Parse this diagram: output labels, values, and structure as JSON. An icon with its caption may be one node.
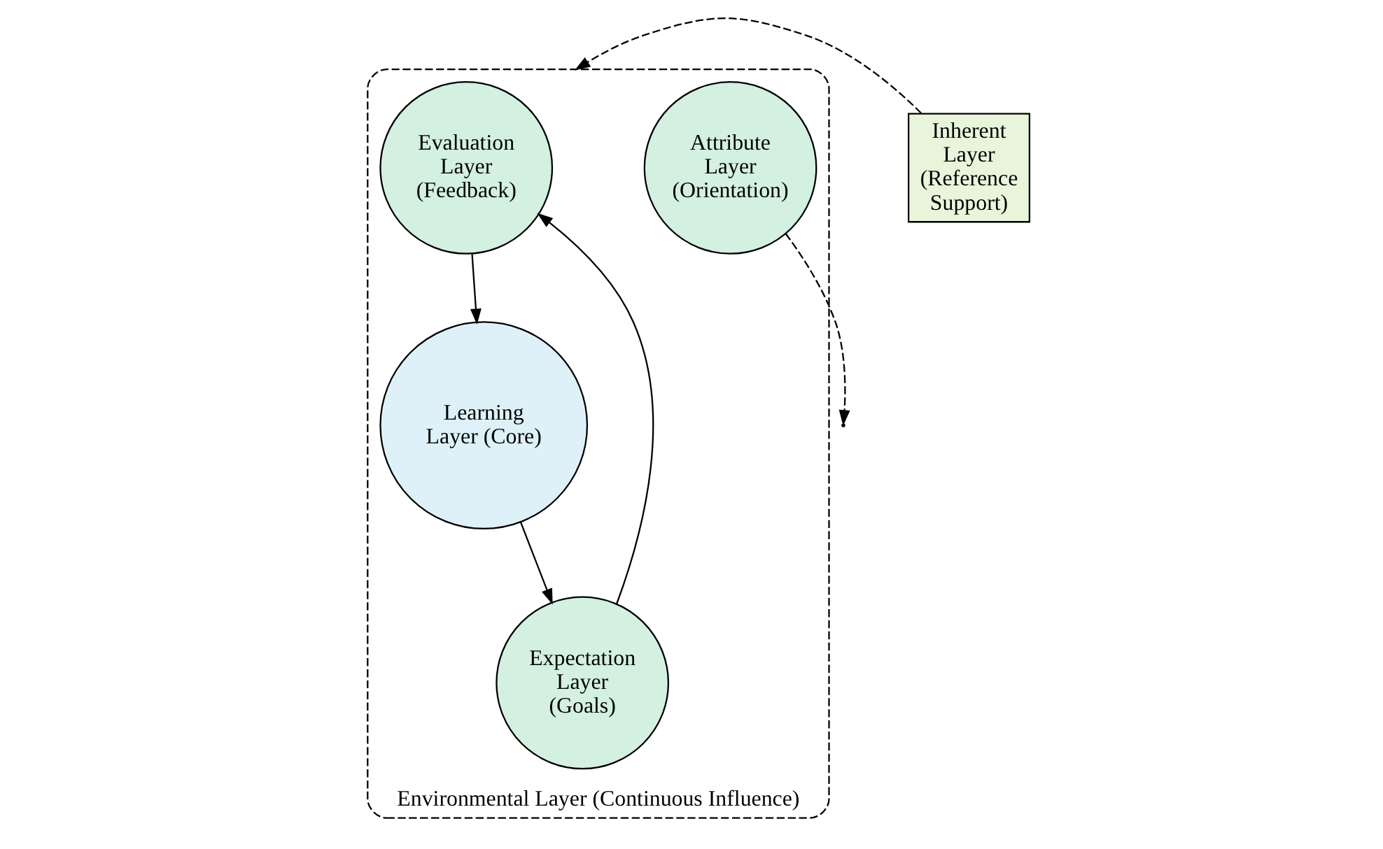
{
  "diagram": {
    "nodes": [
      {
        "text": [
          "Environmental Layer (Continuous Influence)"
        ]
      },
      {
        "text": [
          "Evaluation Layer (Feedback)"
        ],
        "in": 0
      },
      {
        "text": [
          "Learning Layer (Core)"
        ],
        "in": 0
      },
      {
        "text": [
          "Expectation Layer (Goals)"
        ],
        "in": 0
      },
      {
        "text": [
          "Attribute Layer (Orientation)"
        ],
        "in": 0
      },
      {
        "text": [
          "Inherent Layer (Reference Support)"
        ]
      }
    ],
    "edges": [
      {
        "from": 1,
        "to": 2,
        "arrow": "to"
      },
      {
        "from": 2,
        "to": 3,
        "arrow": "to"
      },
      {
        "from": 3,
        "to": 1,
        "arrow": "to"
      },
      {
        "from": 4,
        "to": null,
        "arrow": "to",
        "style": "dashed"
      },
      {
        "from": 5,
        "to": 0,
        "arrow": "to",
        "style": "dashed"
      }
    ]
  }
}
